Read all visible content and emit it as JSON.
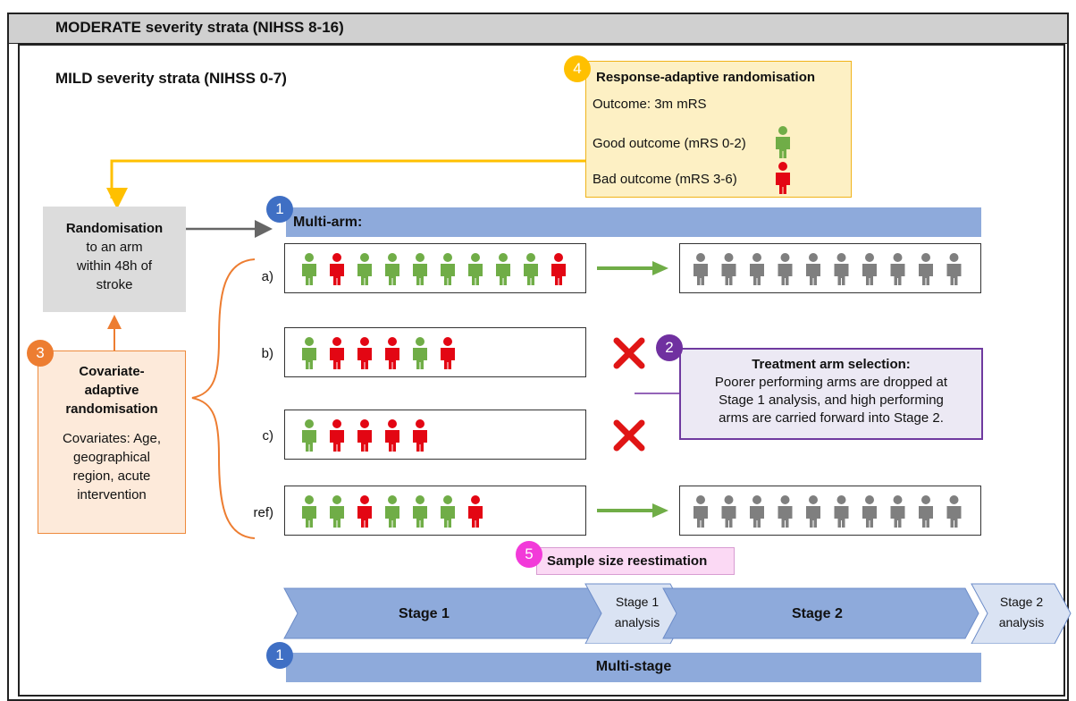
{
  "strata": {
    "moderate": "MODERATE severity strata (NIHSS 8-16)",
    "mild": "MILD severity strata (NIHSS 0-7)"
  },
  "response_adaptive": {
    "number": "4",
    "title": "Response-adaptive randomisation",
    "outcome": "Outcome: 3m mRS",
    "good": "Good outcome (mRS 0-2)",
    "bad": "Bad outcome (mRS 3-6)"
  },
  "randomisation": {
    "title": "Randomisation",
    "line1": "to an arm",
    "line2": "within 48h of",
    "line3": "stroke"
  },
  "covariate": {
    "number": "3",
    "title1": "Covariate-",
    "title2": "adaptive",
    "title3": "randomisation",
    "line1": "Covariates: Age,",
    "line2": "geographical",
    "line3": "region, acute",
    "line4": "intervention"
  },
  "multi_arm": {
    "number": "1",
    "label": "Multi-arm:"
  },
  "multi_stage": {
    "number": "1",
    "label": "Multi-stage"
  },
  "arms": [
    {
      "label": "a)",
      "stage1": [
        "g",
        "r",
        "g",
        "g",
        "g",
        "g",
        "g",
        "g",
        "g",
        "r"
      ],
      "continues": true
    },
    {
      "label": "b)",
      "stage1": [
        "g",
        "r",
        "r",
        "r",
        "g",
        "r"
      ],
      "continues": false
    },
    {
      "label": "c)",
      "stage1": [
        "g",
        "r",
        "r",
        "r",
        "r"
      ],
      "continues": false
    },
    {
      "label": "ref)",
      "stage1": [
        "g",
        "g",
        "r",
        "g",
        "g",
        "g",
        "r"
      ],
      "continues": true
    }
  ],
  "treatment_selection": {
    "number": "2",
    "title": "Treatment arm selection:",
    "line1": "Poorer performing arms are dropped at",
    "line2": "Stage 1 analysis, and high performing",
    "line3": "arms are carried forward into Stage 2."
  },
  "sample_size": {
    "number": "5",
    "label": "Sample size reestimation"
  },
  "stages": {
    "stage1": "Stage 1",
    "stage1_analysis_l1": "Stage 1",
    "stage1_analysis_l2": "analysis",
    "stage2": "Stage 2",
    "stage2_analysis_l1": "Stage 2",
    "stage2_analysis_l2": "analysis"
  },
  "colors": {
    "good": "#70ad47",
    "bad": "#e30613",
    "pending": "#7f7f7f",
    "blue_circle": "#3f6fc4",
    "purple_circle": "#7030a0",
    "orange_circle": "#ed7d31",
    "yellow_circle": "#ffc000",
    "pink_circle": "#f23ad9",
    "cross": "#e01515",
    "arrow_green": "#70ad47"
  }
}
